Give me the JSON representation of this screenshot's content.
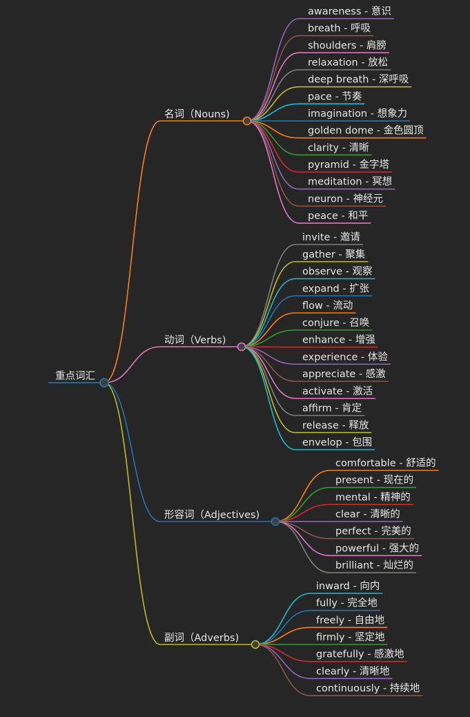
{
  "root": {
    "label": "重点词汇",
    "color": "#1f77b4"
  },
  "branches": [
    {
      "label": "名词（Nouns)",
      "color": "#ff7f0e",
      "children": [
        {
          "label": "awareness - 意识",
          "color": "#9467bd"
        },
        {
          "label": "breath - 呼吸",
          "color": "#8c564b"
        },
        {
          "label": "shoulders - 肩膀",
          "color": "#e377c2"
        },
        {
          "label": "relaxation - 放松",
          "color": "#7f7f7f"
        },
        {
          "label": "deep breath - 深呼吸",
          "color": "#bcbd22"
        },
        {
          "label": "pace - 节奏",
          "color": "#17becf"
        },
        {
          "label": "imagination - 想象力",
          "color": "#1f77b4"
        },
        {
          "label": "golden dome - 金色圆顶",
          "color": "#ff7f0e"
        },
        {
          "label": "clarity - 清晰",
          "color": "#2ca02c"
        },
        {
          "label": "pyramid - 金字塔",
          "color": "#d62728"
        },
        {
          "label": "meditation - 冥想",
          "color": "#9467bd"
        },
        {
          "label": "neuron - 神经元",
          "color": "#8c564b"
        },
        {
          "label": "peace - 和平",
          "color": "#e377c2"
        }
      ]
    },
    {
      "label": "动词（Verbs)",
      "color": "#e377c2",
      "children": [
        {
          "label": "invite - 邀请",
          "color": "#7f7f7f"
        },
        {
          "label": "gather - 聚集",
          "color": "#bcbd22"
        },
        {
          "label": "observe - 观察",
          "color": "#17becf"
        },
        {
          "label": "expand - 扩张",
          "color": "#1f77b4"
        },
        {
          "label": "flow - 流动",
          "color": "#ff7f0e"
        },
        {
          "label": "conjure - 召唤",
          "color": "#2ca02c"
        },
        {
          "label": "enhance - 增强",
          "color": "#d62728"
        },
        {
          "label": "experience - 体验",
          "color": "#9467bd"
        },
        {
          "label": "appreciate - 感激",
          "color": "#8c564b"
        },
        {
          "label": "activate - 激活",
          "color": "#e377c2"
        },
        {
          "label": "affirm - 肯定",
          "color": "#7f7f7f"
        },
        {
          "label": "release - 释放",
          "color": "#bcbd22"
        },
        {
          "label": "envelop - 包围",
          "color": "#17becf"
        }
      ]
    },
    {
      "label": "形容词（Adjectives)",
      "color": "#1f77b4",
      "children": [
        {
          "label": "comfortable - 舒适的",
          "color": "#ff7f0e"
        },
        {
          "label": "present - 现在的",
          "color": "#2ca02c"
        },
        {
          "label": "mental - 精神的",
          "color": "#d62728"
        },
        {
          "label": "clear - 清晰的",
          "color": "#9467bd"
        },
        {
          "label": "perfect - 完美的",
          "color": "#8c564b"
        },
        {
          "label": "powerful - 强大的",
          "color": "#e377c2"
        },
        {
          "label": "brilliant - 灿烂的",
          "color": "#7f7f7f"
        }
      ]
    },
    {
      "label": "副词（Adverbs)",
      "color": "#bcbd22",
      "children": [
        {
          "label": "inward - 向内",
          "color": "#17becf"
        },
        {
          "label": "fully - 完全地",
          "color": "#1f77b4"
        },
        {
          "label": "freely - 自由地",
          "color": "#ff7f0e"
        },
        {
          "label": "firmly - 坚定地",
          "color": "#2ca02c"
        },
        {
          "label": "gratefully - 感激地",
          "color": "#d62728"
        },
        {
          "label": "clearly - 清晰地",
          "color": "#9467bd"
        },
        {
          "label": "continuously - 持续地",
          "color": "#8c564b"
        }
      ]
    }
  ]
}
